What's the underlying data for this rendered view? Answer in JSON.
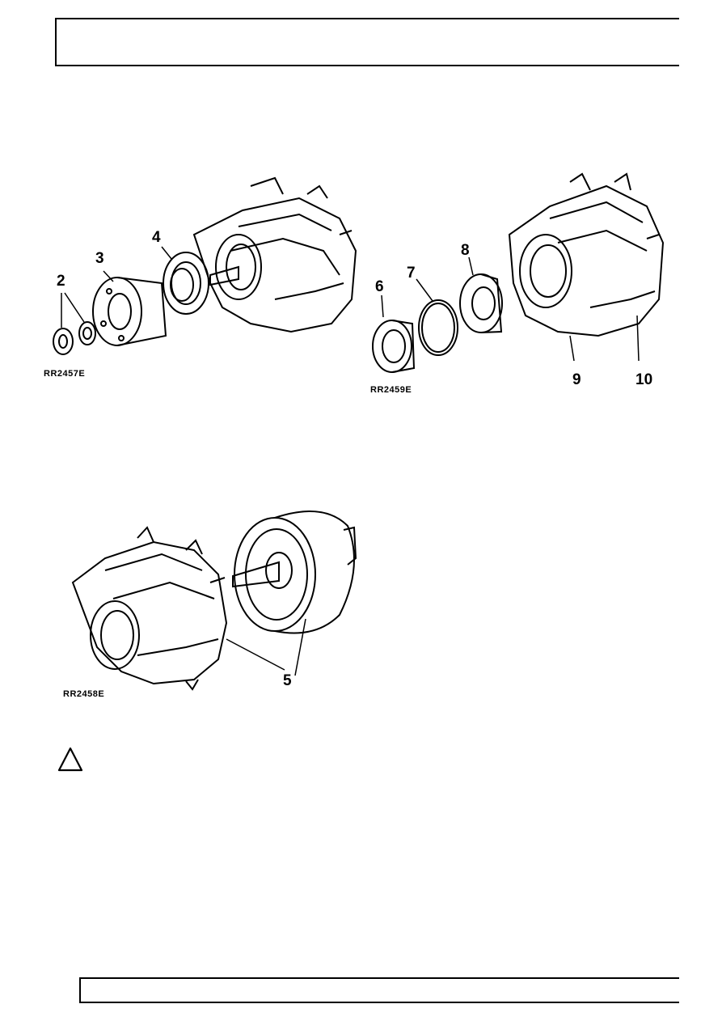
{
  "figures": [
    {
      "ref": "RR2457E",
      "callouts": [
        "2",
        "3",
        "4"
      ]
    },
    {
      "ref": "RR2459E",
      "callouts": [
        "6",
        "7",
        "8",
        "9",
        "10"
      ]
    },
    {
      "ref": "RR2458E",
      "callouts": [
        "5"
      ]
    }
  ],
  "icons": {
    "warning": "caution-triangle-icon"
  }
}
